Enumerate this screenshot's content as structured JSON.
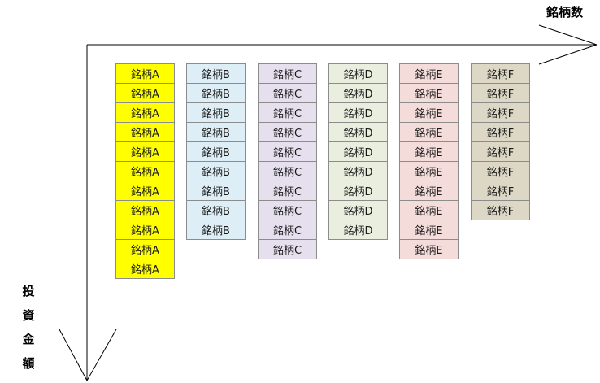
{
  "x_axis_label": "銘柄数",
  "y_axis_label": "投資金額",
  "columns": [
    {
      "label": "銘柄A",
      "count": 11,
      "color": "#ffff00"
    },
    {
      "label": "銘柄B",
      "count": 9,
      "color": "#ddeef6"
    },
    {
      "label": "銘柄C",
      "count": 10,
      "color": "#e6e0ee"
    },
    {
      "label": "銘柄D",
      "count": 9,
      "color": "#eaeedf"
    },
    {
      "label": "銘柄E",
      "count": 10,
      "color": "#f4dcdb"
    },
    {
      "label": "銘柄F",
      "count": 8,
      "color": "#ddd8c6"
    }
  ]
}
